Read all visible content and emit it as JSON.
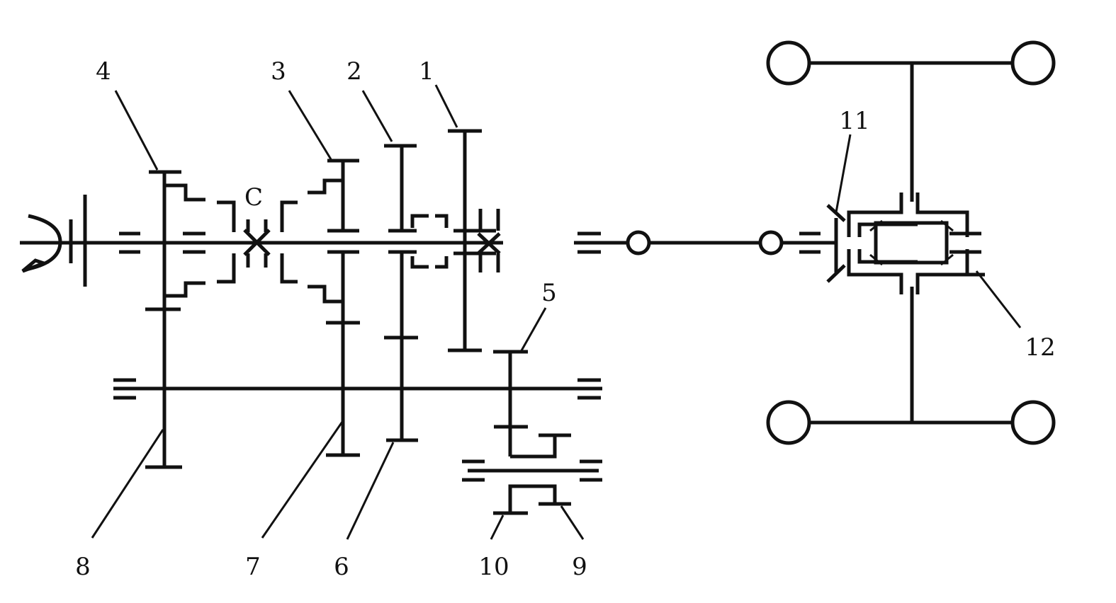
{
  "labels": {
    "n1": "1",
    "n2": "2",
    "n3": "3",
    "n4": "4",
    "n5": "5",
    "n6": "6",
    "n7": "7",
    "n8": "8",
    "n9": "9",
    "n10": "10",
    "n11": "11",
    "n12": "12",
    "c": "C"
  },
  "colors": {
    "ink": "#111111",
    "paper": "#ffffff"
  }
}
